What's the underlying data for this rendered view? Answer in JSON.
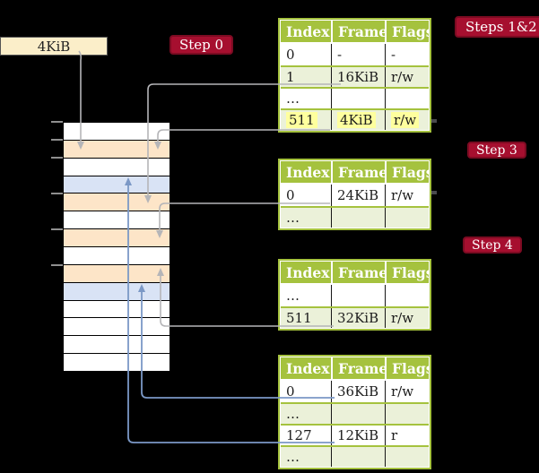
{
  "page_size": {
    "text": "4KiB"
  },
  "step_labels": {
    "step0": "Step 0",
    "steps12": "Steps 1&2",
    "step3": "Step 3",
    "step4": "Step 4"
  },
  "memory_stack": {
    "rows": [
      "white",
      "orange",
      "white",
      "blue",
      "orange",
      "white",
      "orange",
      "white",
      "orange",
      "blue",
      "white",
      "white",
      "white",
      "white"
    ]
  },
  "tables": [
    {
      "name": "page-table-steps-1-2",
      "headers": [
        "Index",
        "Frame",
        "Flags"
      ],
      "rows": [
        {
          "cells": [
            "0",
            "-",
            "-"
          ],
          "shade": false,
          "hl": false
        },
        {
          "cells": [
            "1",
            "16KiB",
            "r/w"
          ],
          "shade": true,
          "hl": false
        },
        {
          "cells": [
            "…",
            "",
            ""
          ],
          "shade": false,
          "hl": false
        },
        {
          "cells": [
            "511",
            "4KiB",
            "r/w"
          ],
          "shade": true,
          "hl": true
        }
      ]
    },
    {
      "name": "page-table-step-3",
      "headers": [
        "Index",
        "Frame",
        "Flags"
      ],
      "rows": [
        {
          "cells": [
            "0",
            "24KiB",
            "r/w"
          ],
          "shade": false,
          "hl": false
        },
        {
          "cells": [
            "…",
            "",
            ""
          ],
          "shade": true,
          "hl": false
        }
      ]
    },
    {
      "name": "page-table-step-4-upper",
      "headers": [
        "Index",
        "Frame",
        "Flags"
      ],
      "rows": [
        {
          "cells": [
            "…",
            "",
            ""
          ],
          "shade": false,
          "hl": false
        },
        {
          "cells": [
            "511",
            "32KiB",
            "r/w"
          ],
          "shade": true,
          "hl": false
        }
      ]
    },
    {
      "name": "page-table-bottom",
      "headers": [
        "Index",
        "Frame",
        "Flags"
      ],
      "rows": [
        {
          "cells": [
            "0",
            "36KiB",
            "r/w"
          ],
          "shade": false,
          "hl": false
        },
        {
          "cells": [
            "…",
            "",
            ""
          ],
          "shade": true,
          "hl": false
        },
        {
          "cells": [
            "127",
            "12KiB",
            "r"
          ],
          "shade": false,
          "hl": false
        },
        {
          "cells": [
            "…",
            "",
            ""
          ],
          "shade": true,
          "hl": false
        }
      ]
    }
  ],
  "connectors": [
    {
      "from": "4KiB label",
      "to": "memory row 2",
      "color": "gray"
    },
    {
      "from": "entry 1 / 16KiB",
      "to": "memory row 5",
      "color": "gray"
    },
    {
      "from": "entry 511 / 4KiB",
      "to": "memory row 2",
      "color": "gray"
    },
    {
      "from": "entry 0 / 24KiB",
      "to": "memory row 7",
      "color": "gray"
    },
    {
      "from": "entry 511 / 32KiB",
      "to": "memory row 9",
      "color": "gray"
    },
    {
      "from": "entry 0 / 36KiB",
      "to": "memory row 10",
      "color": "blue"
    },
    {
      "from": "entry 127 / 12KiB",
      "to": "memory row 4",
      "color": "blue"
    }
  ],
  "colors": {
    "background": "#000000",
    "table_green": "#a5c23e",
    "table_row_green": "#ebf1d9",
    "highlight_yellow": "#feff9e",
    "label_red": "#a60f2f",
    "cream": "#fbeec9",
    "row_orange": "#fde5c8",
    "row_blue": "#d9e3f5",
    "line_gray": "#b5b5b8",
    "line_blue": "#7b98c6"
  }
}
